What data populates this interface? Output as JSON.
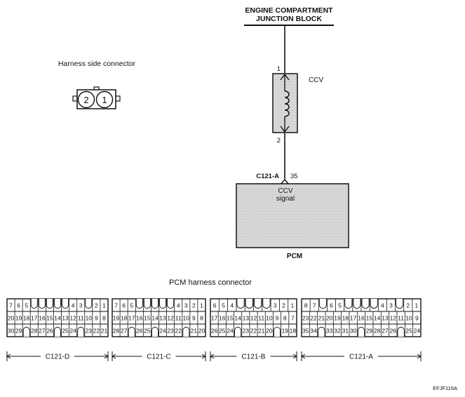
{
  "junction_block": {
    "line1": "ENGINE COMPARTMENT",
    "line2": "JUNCTION BLOCK"
  },
  "harness_side_connector": {
    "label": "Harness side connector",
    "pins": [
      "2",
      "1"
    ]
  },
  "ccv": {
    "label": "CCV",
    "pin_top": "1",
    "pin_bottom": "2"
  },
  "pcm": {
    "connector_label": "C121-A",
    "pin": "35",
    "signal_line1": "CCV",
    "signal_line2": "signal",
    "label": "PCM"
  },
  "pcm_harness_connector": {
    "title": "PCM harness connector",
    "connectors": [
      {
        "name": "C121-D",
        "rows": [
          [
            "7",
            "6",
            "5",
            "",
            "",
            "",
            "",
            "",
            "4",
            "3",
            "",
            "2",
            "1"
          ],
          [
            "20",
            "19",
            "18",
            "17",
            "16",
            "15",
            "14",
            "13",
            "12",
            "11",
            "10",
            "9",
            "8"
          ],
          [
            "30",
            "29",
            "",
            "28",
            "27",
            "26",
            "",
            "25",
            "24",
            "",
            "23",
            "22",
            "21"
          ]
        ]
      },
      {
        "name": "C121-C",
        "rows": [
          [
            "7",
            "6",
            "5",
            "",
            "",
            "",
            "",
            "",
            "4",
            "3",
            "2",
            "1"
          ],
          [
            "19",
            "18",
            "17",
            "16",
            "15",
            "14",
            "13",
            "12",
            "11",
            "10",
            "9",
            "8"
          ],
          [
            "28",
            "27",
            "",
            "26",
            "25",
            "",
            "24",
            "23",
            "22",
            "",
            "21",
            "20"
          ]
        ]
      },
      {
        "name": "C121-B",
        "rows": [
          [
            "6",
            "5",
            "4",
            "",
            "",
            "",
            "",
            "3",
            "2",
            "1"
          ],
          [
            "17",
            "16",
            "15",
            "14",
            "13",
            "12",
            "11",
            "10",
            "9",
            "8",
            "7"
          ],
          [
            "26",
            "25",
            "24",
            "",
            "23",
            "22",
            "21",
            "20",
            "",
            "19",
            "18"
          ]
        ]
      },
      {
        "name": "C121-A",
        "rows": [
          [
            "8",
            "7",
            "",
            "6",
            "5",
            "",
            "",
            "",
            "",
            "4",
            "3",
            "",
            "2",
            "1"
          ],
          [
            "23",
            "22",
            "21",
            "20",
            "19",
            "18",
            "17",
            "16",
            "15",
            "14",
            "13",
            "12",
            "11",
            "10",
            "9"
          ],
          [
            "35",
            "34",
            "",
            "33",
            "32",
            "31",
            "30",
            "",
            "29",
            "28",
            "27",
            "26",
            "",
            "25",
            "24"
          ]
        ]
      }
    ]
  },
  "figure_code": "EFJF116A"
}
